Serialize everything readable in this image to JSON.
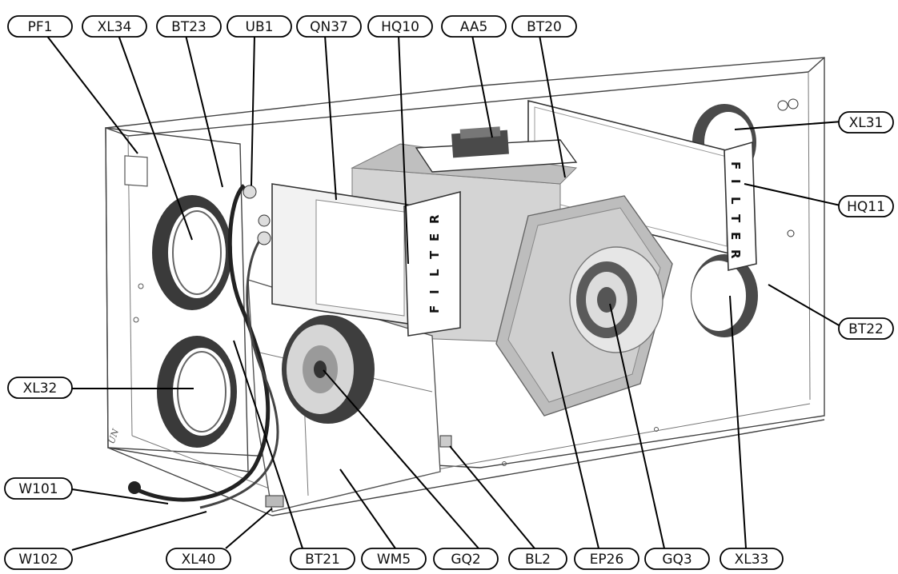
{
  "labels": {
    "pf1": "PF1",
    "xl34": "XL34",
    "bt23": "BT23",
    "ub1": "UB1",
    "qn37": "QN37",
    "hq10": "HQ10",
    "aa5": "AA5",
    "bt20": "BT20",
    "xl31": "XL31",
    "hq11": "HQ11",
    "bt22": "BT22",
    "xl32": "XL32",
    "w101": "W101",
    "w102": "W102",
    "xl40": "XL40",
    "bt21": "BT21",
    "wm5": "WM5",
    "gq2": "GQ2",
    "bl2": "BL2",
    "ep26": "EP26",
    "gq3": "GQ3",
    "xl33": "XL33"
  },
  "filter_letters": [
    "F",
    "I",
    "L",
    "T",
    "E",
    "R"
  ],
  "corner_mark": "UN"
}
